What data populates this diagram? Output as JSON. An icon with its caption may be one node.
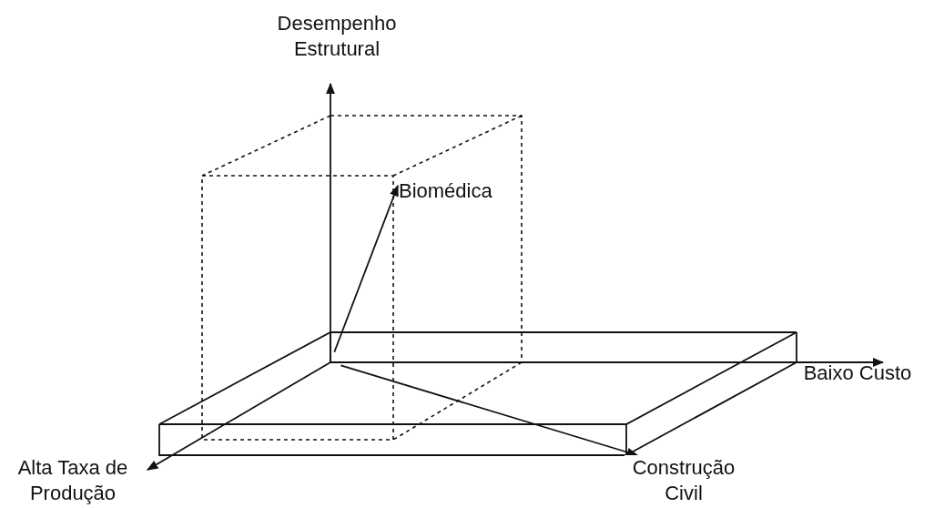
{
  "diagram": {
    "nodes": [
      {
        "text": [
          "Biomédica"
        ]
      },
      {
        "text": [
          "Construção Civil"
        ]
      }
    ],
    "edges": [
      {
        "from": null,
        "to": 0,
        "arrow": "to"
      },
      {
        "from": null,
        "to": 1,
        "arrow": "to"
      }
    ],
    "labels": [
      "Desempenho Estrutural",
      "Baixo Custo",
      "Alta Taxa de Produção"
    ]
  }
}
